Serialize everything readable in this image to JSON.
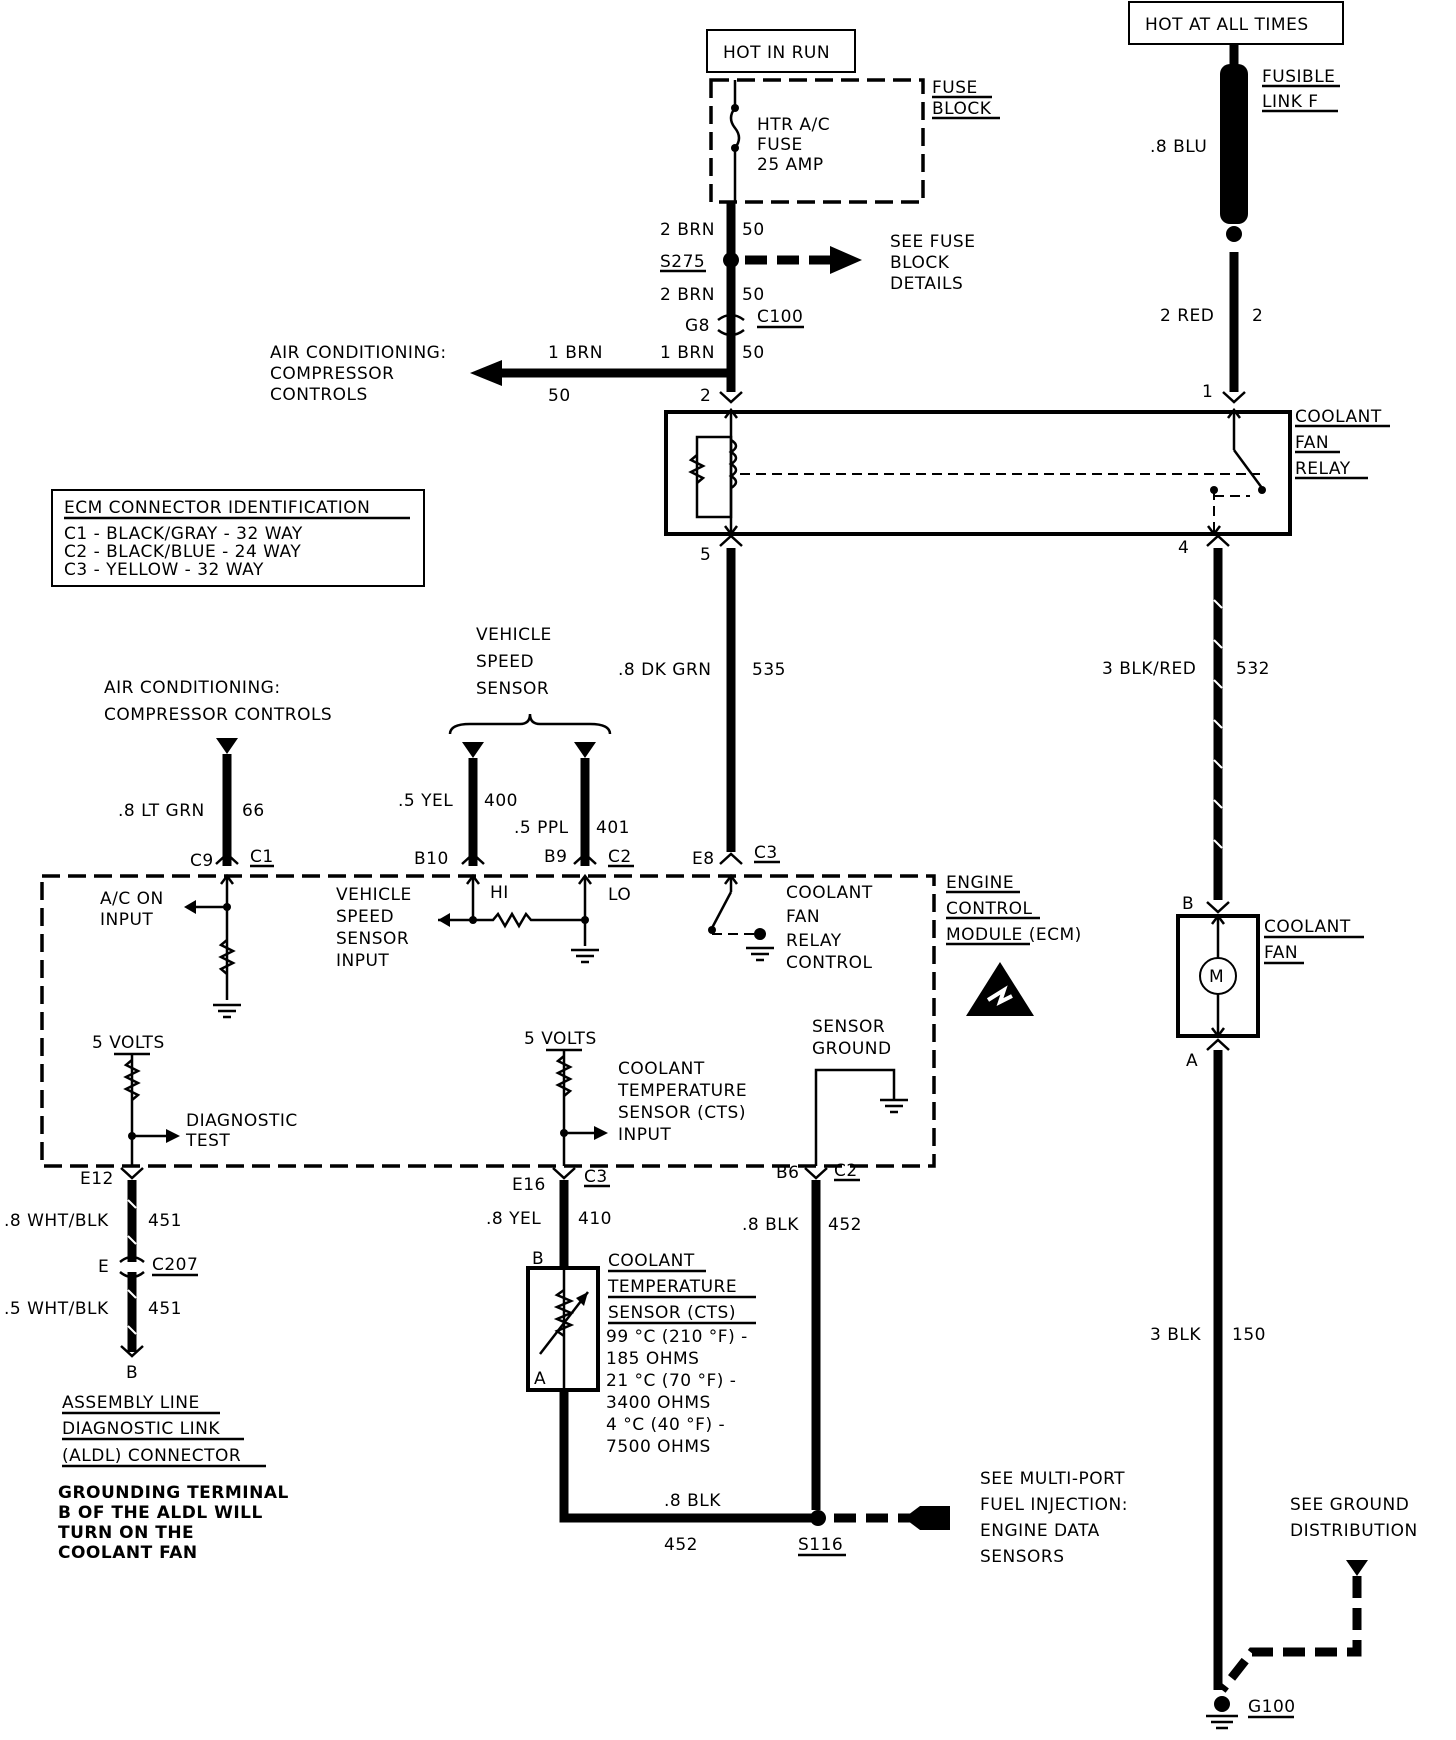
{
  "power": {
    "hot_in_run": "HOT IN RUN",
    "hot_at_all_times": "HOT AT ALL TIMES"
  },
  "fuse_block": {
    "title_1": "FUSE",
    "title_2": "BLOCK",
    "fuse_1": "HTR A/C",
    "fuse_2": "FUSE",
    "fuse_3": "25 AMP"
  },
  "fusible_link": {
    "line_1": "FUSIBLE",
    "line_2": "LINK  F",
    "wire": ".8 BLU"
  },
  "top_center": {
    "w1_label": "2 BRN",
    "w1_num": "50",
    "splice": "S275",
    "see_fuse_1": "SEE FUSE",
    "see_fuse_2": "BLOCK",
    "see_fuse_3": "DETAILS",
    "w2_label": "2 BRN",
    "w2_num": "50",
    "g8": "G8",
    "c100": "C100",
    "w3_left_label": "1 BRN",
    "w3_left_num": "50",
    "w3_right_label": "1 BRN",
    "w3_right_num": "50",
    "ac_1": "AIR CONDITIONING:",
    "ac_2": "COMPRESSOR",
    "ac_3": "CONTROLS",
    "pin2": "2"
  },
  "right_top": {
    "wire_label": "2 RED",
    "wire_num": "2",
    "pin1": "1"
  },
  "relay": {
    "line_1": "COOLANT",
    "line_2": "FAN",
    "line_3": "RELAY",
    "pin5": "5",
    "pin4": "4"
  },
  "ecm_id": {
    "title": "ECM CONNECTOR IDENTIFICATION",
    "c1": "C1 - BLACK/GRAY - 32 WAY",
    "c2": "C2 - BLACK/BLUE - 24 WAY",
    "c3": "C3 - YELLOW - 32 WAY"
  },
  "mid_wires": {
    "dkgrn_label": ".8 DK GRN",
    "dkgrn_num": "535",
    "blkred_label": "3 BLK/RED",
    "blkred_num": "532"
  },
  "vss": {
    "line_1": "VEHICLE",
    "line_2": "SPEED",
    "line_3": "SENSOR",
    "yel_label": ".5 YEL",
    "yel_num": "400",
    "ppl_label": ".5 PPL",
    "ppl_num": "401"
  },
  "ac_left": {
    "line_1": "AIR CONDITIONING:",
    "line_2": "COMPRESSOR CONTROLS",
    "wire_label": ".8 LT GRN",
    "wire_num": "66"
  },
  "ecm_pins": {
    "c9": "C9",
    "c1": "C1",
    "b10": "B10",
    "b9": "B9",
    "c2": "C2",
    "e8": "E8",
    "c3": "C3",
    "e12": "E12",
    "e16": "E16",
    "c3b": "C3",
    "b6": "B6",
    "c2b": "C2"
  },
  "ecm": {
    "title_1": "ENGINE",
    "title_2": "CONTROL",
    "title_3": "MODULE (ECM)",
    "ac_on_1": "A/C ON",
    "ac_on_2": "INPUT",
    "vss_1": "VEHICLE",
    "vss_2": "SPEED",
    "vss_3": "SENSOR",
    "vss_4": "INPUT",
    "hi": "HI",
    "lo": "LO",
    "cfr_1": "COOLANT",
    "cfr_2": "FAN",
    "cfr_3": "RELAY",
    "cfr_4": "CONTROL",
    "volts_1": "5 VOLTS",
    "volts_2": "5 VOLTS",
    "diag_1": "DIAGNOSTIC",
    "diag_2": "TEST",
    "cts_1": "COOLANT",
    "cts_2": "TEMPERATURE",
    "cts_3": "SENSOR  (CTS)",
    "cts_4": "INPUT",
    "sg_1": "SENSOR",
    "sg_2": "GROUND"
  },
  "fan": {
    "line_1": "COOLANT",
    "line_2": "FAN",
    "pinB": "B",
    "pinA": "A",
    "motor": "M",
    "wire_label": "3 BLK",
    "wire_num": "150"
  },
  "aldl": {
    "w1_label": ".8 WHT/BLK",
    "w1_num": "451",
    "e": "E",
    "c207": "C207",
    "w2_label": ".5 WHT/BLK",
    "w2_num": "451",
    "pinB": "B",
    "name_1": "ASSEMBLY LINE",
    "name_2": "DIAGNOSTIC LINK",
    "name_3": "(ALDL) CONNECTOR",
    "note_1": "GROUNDING TERMINAL",
    "note_2": "B OF THE ALDL WILL",
    "note_3": "TURN ON THE",
    "note_4": "COOLANT FAN"
  },
  "cts": {
    "wire_label": ".8 YEL",
    "wire_num": "410",
    "pinB": "B",
    "pinA": "A",
    "name_1": "COOLANT",
    "name_2": "TEMPERATURE",
    "name_3": "SENSOR (CTS)",
    "spec_1": "99 °C (210 °F) -",
    "spec_2": "185 OHMS",
    "spec_3": "21 °C (70 °F) -",
    "spec_4": "3400 OHMS",
    "spec_5": "4 °C (40 °F) -",
    "spec_6": "7500 OHMS"
  },
  "ground": {
    "blk_label": ".8 BLK",
    "blk_num": "452",
    "bottom_label": ".8 BLK",
    "bottom_num": "452",
    "splice": "S116",
    "mpfi_1": "SEE MULTI-PORT",
    "mpfi_2": "FUEL INJECTION:",
    "mpfi_3": "ENGINE DATA",
    "mpfi_4": "SENSORS",
    "gd_1": "SEE GROUND",
    "gd_2": "DISTRIBUTION",
    "g100": "G100"
  }
}
